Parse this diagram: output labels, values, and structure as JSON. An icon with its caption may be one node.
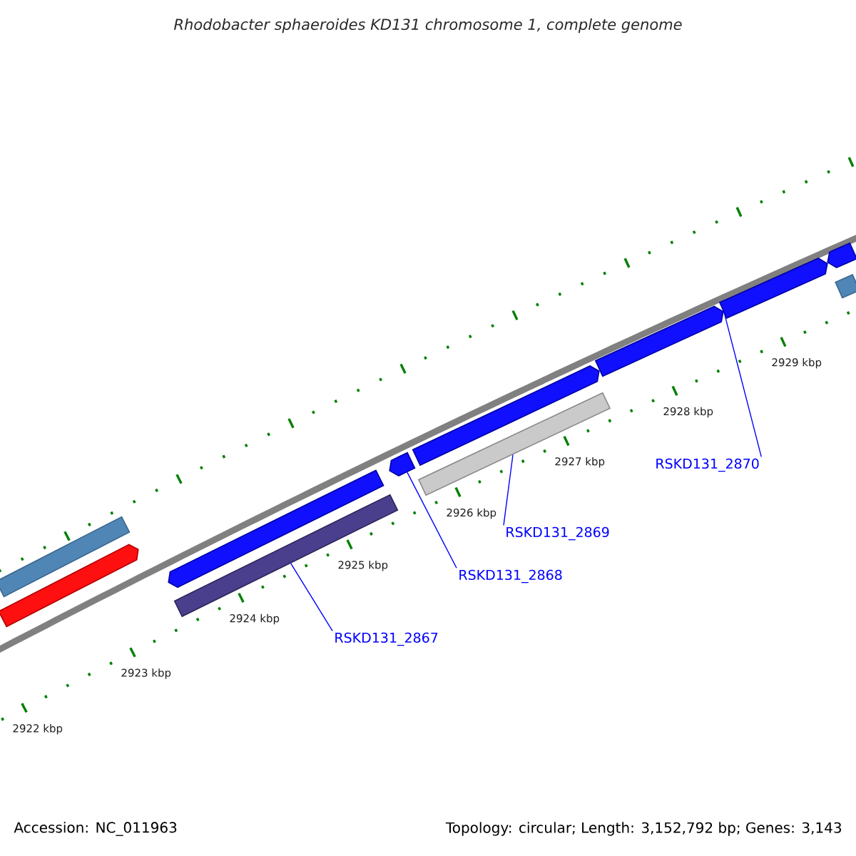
{
  "diagram": {
    "title": "Rhodobacter sphaeroides KD131 chromosome 1, complete genome",
    "nodes": [
      {
        "text": [],
        "shape": "bar"
      },
      {
        "text": [],
        "shape": "bar"
      },
      {
        "text": [],
        "shape": "bar"
      },
      {
        "text": [],
        "shape": "bar"
      },
      {
        "text": [],
        "shape": "bar"
      },
      {
        "text": [],
        "shape": "bar"
      },
      {
        "text": [],
        "shape": "bar"
      },
      {
        "text": [],
        "shape": "bar"
      },
      {
        "text": [],
        "shape": "bar"
      },
      {
        "text": [],
        "shape": "bar"
      },
      {
        "text": [],
        "shape": "bar"
      },
      {
        "text": [
          "RSKD131_2867"
        ]
      },
      {
        "text": [
          "RSKD131_2868"
        ]
      },
      {
        "text": [
          "RSKD131_2869"
        ]
      },
      {
        "text": [
          "RSKD131_2870"
        ]
      }
    ],
    "edges": [
      {
        "from": 11,
        "to": 3,
        "arrow": "none"
      },
      {
        "from": 12,
        "to": 4,
        "arrow": "none"
      },
      {
        "from": 13,
        "to": 6,
        "arrow": "none"
      },
      {
        "from": 14,
        "to": 7,
        "arrow": "none"
      }
    ],
    "labels": [
      "2922 kbp",
      "2923 kbp",
      "2924 kbp",
      "2925 kbp",
      "2926 kbp",
      "2927 kbp",
      "2928 kbp",
      "2929 kbp",
      "Accession: NC_011963",
      "Topology: circular; Length: 3,152,792 bp; Genes: 3,143"
    ]
  }
}
